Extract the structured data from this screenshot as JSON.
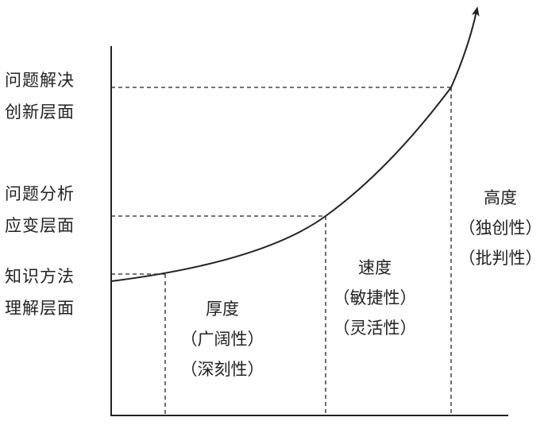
{
  "levels": [
    {
      "line1": "问题解决",
      "line2": "创新层面"
    },
    {
      "line1": "问题分析",
      "line2": "应变层面"
    },
    {
      "line1": "知识方法",
      "line2": "理解层面"
    }
  ],
  "regions": [
    {
      "title": "厚度",
      "sub1": "（广阔性）",
      "sub2": "（深刻性）"
    },
    {
      "title": "速度",
      "sub1": "（敏捷性）",
      "sub2": "（灵活性）"
    },
    {
      "title": "高度",
      "sub1": "（独创性）",
      "sub2": "（批判性）"
    }
  ],
  "colors": {
    "line": "#222222",
    "text": "#222222"
  }
}
